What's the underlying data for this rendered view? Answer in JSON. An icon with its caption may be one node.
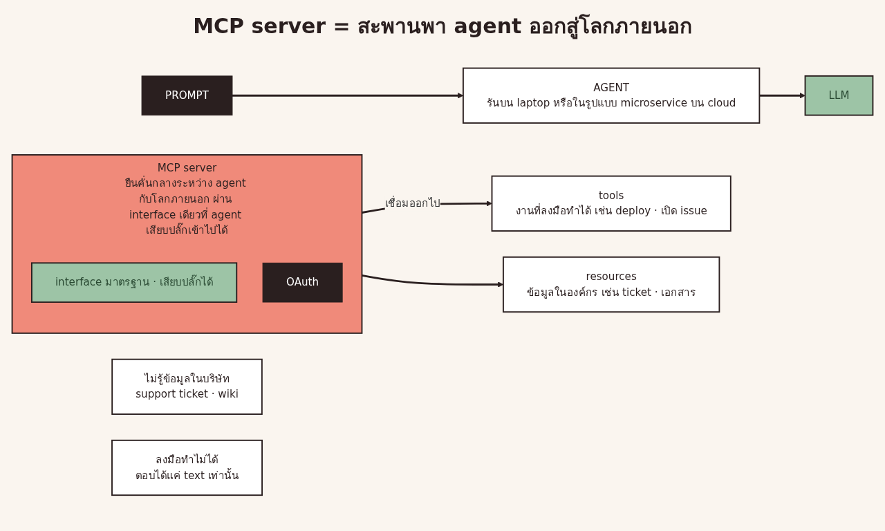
{
  "diagram": {
    "title": "MCP server = สะพานพา agent ออกสู่โลกภายนอก",
    "nodes": [
      {
        "text": [
          "PROMPT"
        ]
      },
      {
        "text": [
          "AGENT",
          "รันบน laptop หรือในรูปแบบ microservice บน cloud"
        ]
      },
      {
        "text": [
          "LLM"
        ]
      },
      {
        "text": [
          "ไม่รู้ข้อมูลในบริษัท",
          "support ticket · wiki"
        ]
      },
      {
        "text": [
          "ลงมือทำไม่ได้",
          "ตอบได้แค่ text เท่านั้น"
        ]
      },
      {
        "text": [
          "MCP server",
          "ยืนคั่นกลางระหว่าง agent กับโลกภายนอก ผ่าน interface เดียวที่ agent เสียบปลั๊กเข้าไปได้"
        ]
      },
      {
        "text": [
          "interface มาตรฐาน · เสียบปลั๊กได้"
        ],
        "in": 5
      },
      {
        "text": [
          "OAuth"
        ],
        "in": 5
      },
      {
        "text": [
          "tools",
          "งานที่ลงมือทำได้ เช่น deploy · เปิด issue"
        ]
      },
      {
        "text": [
          "resources",
          "ข้อมูลในองค์กร เช่น ticket · เอกสาร"
        ]
      }
    ],
    "edges": [
      {
        "from": 0,
        "to": 1,
        "arrow": "to"
      },
      {
        "from": 1,
        "to": 2,
        "arrow": "to"
      },
      {
        "from": 5,
        "to": 8,
        "arrow": "to",
        "label": "เชื่อมออกไป"
      },
      {
        "from": 5,
        "to": 9,
        "arrow": "to"
      }
    ]
  }
}
